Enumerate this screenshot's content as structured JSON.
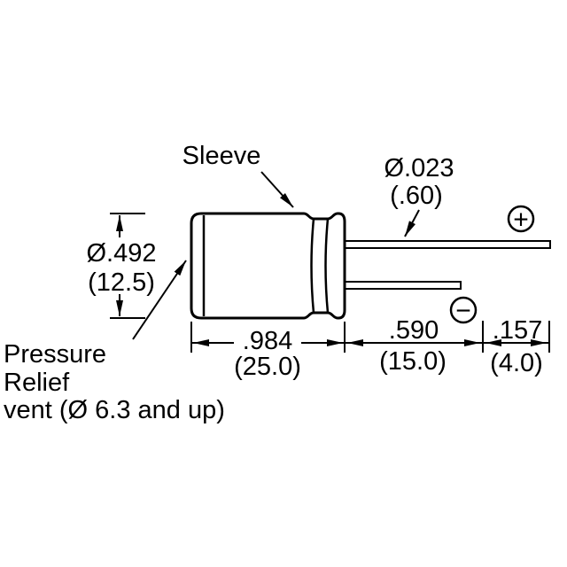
{
  "colors": {
    "line": "#000000",
    "background": "#ffffff"
  },
  "callouts": {
    "sleeve": "Sleeve",
    "lead_diameter": {
      "inches": "Ø.023",
      "mm": "(.60)"
    },
    "body_diameter": {
      "inches": "Ø.492",
      "mm": "(12.5)"
    },
    "pressure_relief": {
      "line1": "Pressure",
      "line2": "Relief",
      "line3": "vent (Ø 6.3 and up)"
    }
  },
  "dimensions": {
    "body_length": {
      "inches": ".984",
      "mm": "(25.0)"
    },
    "lead_length": {
      "inches": ".590",
      "mm": "(15.0)"
    },
    "lead_tip_offset": {
      "inches": ".157",
      "mm": "(4.0)"
    }
  },
  "polarity": {
    "positive": "+",
    "negative": "−"
  }
}
